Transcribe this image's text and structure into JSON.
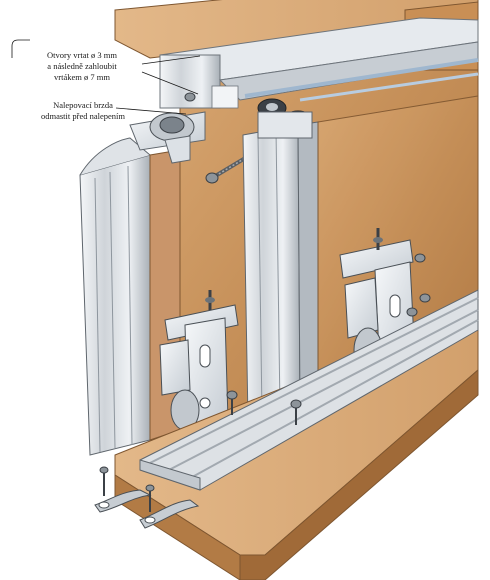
{
  "callouts": [
    {
      "line1": "Otvory vrtat ø 3 mm",
      "line2": "a následně zahloubit",
      "line3": "vrtákem ø 7 mm"
    },
    {
      "line1": "Nalepovací brzda",
      "line2": "odmastit před nalepením"
    }
  ],
  "colors": {
    "wood": "#c9965f",
    "wood_dark": "#9a6a3c",
    "aluminium": "#d9dde1",
    "aluminium_dark": "#9aa1a8",
    "steel_plate": "#e8ecef",
    "seal_blue": "#b8cce0"
  }
}
